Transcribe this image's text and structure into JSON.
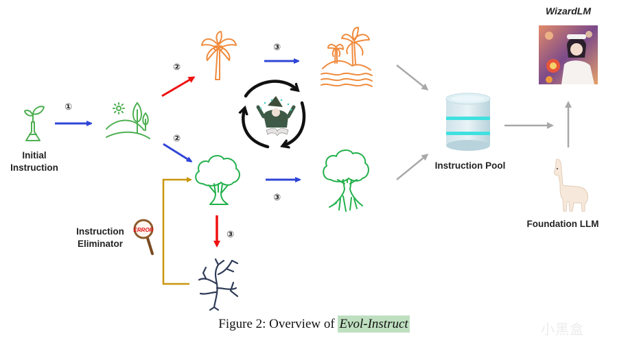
{
  "figure": {
    "caption_prefix": "Figure 2: Overview of ",
    "caption_highlight": "Evol-Instruct",
    "caption_highlight_color": "#bfe0c0"
  },
  "nodes": {
    "initial_instruction": {
      "label_line1": "Initial",
      "label_line2": "Instruction",
      "icon": "plant-flask-icon",
      "color": "#4caf50"
    },
    "landscape": {
      "icon": "sun-hills-trees-icon",
      "color": "#4caf50"
    },
    "palm_tree": {
      "icon": "palm-tree-icon",
      "color": "#f08a3c"
    },
    "island": {
      "icon": "palm-island-icon",
      "color": "#f08a3c"
    },
    "tree": {
      "icon": "tree-icon",
      "color": "#22b04b"
    },
    "rooted_tree": {
      "icon": "tree-with-roots-icon",
      "color": "#22b04b"
    },
    "dead_tree": {
      "icon": "dead-tree-icon",
      "color": "#2e3a55"
    },
    "evolver": {
      "icon": "wizard-cycle-icon"
    },
    "eliminator": {
      "label_line1": "Instruction",
      "label_line2": "Eliminator",
      "icon": "magnifier-error-icon",
      "error_text": "ERROR"
    },
    "instruction_pool": {
      "label": "Instruction Pool",
      "icon": "database-icon"
    },
    "foundation_llm": {
      "label": "Foundation LLM",
      "icon": "alpaca-icon"
    },
    "wizardlm": {
      "label": "WizardLM",
      "icon": "wizard-portrait-image"
    }
  },
  "steps": {
    "s1": "①",
    "s2_top": "②",
    "s2_bottom": "②",
    "s3_top": "③",
    "s3_mid": "③",
    "s3_down": "③"
  },
  "colors": {
    "in_depth_arrow": "#2f45d6",
    "in_breadth_arrow": "#f01010",
    "eliminator_line": "#c9960c",
    "pool_arrow": "#a8a8a8"
  },
  "watermark": "小黑盒"
}
